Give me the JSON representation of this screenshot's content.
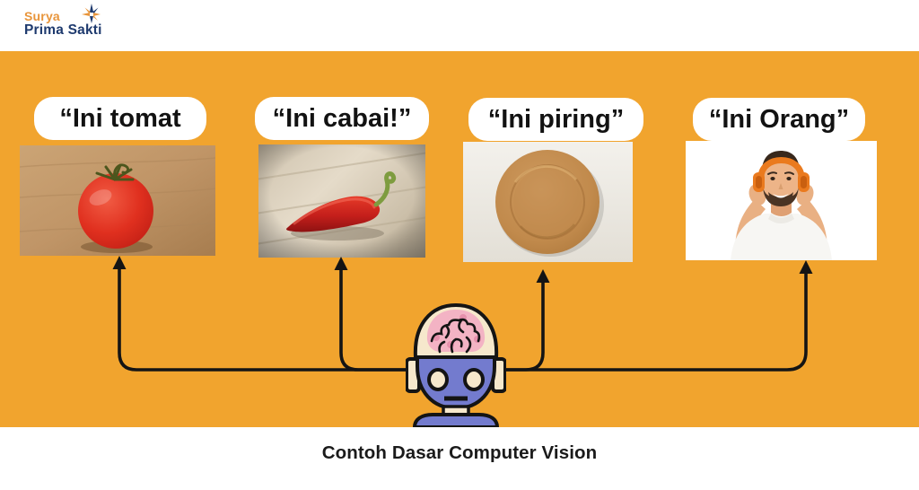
{
  "slide": {
    "caption": "Contoh Dasar Computer Vision",
    "background_color": "#F1A42E"
  },
  "header": {
    "logo": {
      "word1": "Surya",
      "word2": "Prima Sakti",
      "word1_color": "#E8953B",
      "word2_color": "#1E3A6E",
      "mark_icon": "sparkle-star-icon"
    }
  },
  "columns": [
    {
      "label": "“Ini tomat",
      "photo": "tomato-photo",
      "photo_desc": "red tomato on wooden table"
    },
    {
      "label": "“Ini cabai!”",
      "photo": "chili-photo",
      "photo_desc": "red chili pepper on light wood"
    },
    {
      "label": "“Ini piring”",
      "photo": "plate-photo",
      "photo_desc": "brown round plate on light background"
    },
    {
      "label": "“Ini Orang”",
      "photo": "person-photo",
      "photo_desc": "man in white t-shirt with orange headphones"
    }
  ],
  "figure": {
    "icon": "pixel-brain-head-icon",
    "face_color": "#737BCE",
    "skull_color": "#F6E8CC",
    "brain_color": "#F3B3C4"
  },
  "arrows": {
    "icon": "up-arrow-connectors",
    "color": "#141414",
    "count": 4
  }
}
